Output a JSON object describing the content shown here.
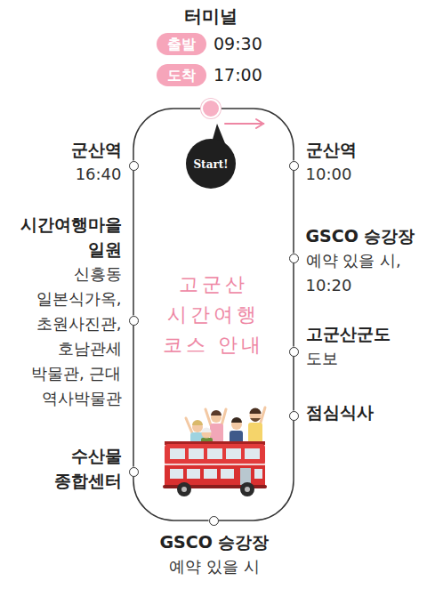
{
  "diagram": {
    "title": "고군산 시간여행 코스 안내",
    "nodes": [
      {
        "text": [
          "터미널"
        ]
      },
      {
        "text": [
          "출발"
        ]
      },
      {
        "text": [
          "도착"
        ]
      },
      {
        "text": [
          "Start!"
        ]
      },
      {
        "text": [
          "군산역",
          "10:00"
        ]
      },
      {
        "text": [
          "GSCO 승강장",
          "예약 있을 시, 10:20"
        ]
      },
      {
        "text": [
          "고군산군도",
          "도보"
        ]
      },
      {
        "text": [
          "점심식사"
        ]
      },
      {
        "text": [
          "GSCO 승강장",
          "예약 있을 시"
        ]
      },
      {
        "text": [
          "수산물 종합센터"
        ]
      },
      {
        "text": [
          "시간여행마을 일원",
          "신흥동 일본식가옥, 초원사진관, 호남관세 박물관, 근대 역사박물관"
        ]
      },
      {
        "text": [
          "군산역",
          "16:40"
        ]
      }
    ],
    "edges": [
      {
        "from": 0,
        "to": 4,
        "arrow": "none"
      },
      {
        "from": 4,
        "to": 5,
        "arrow": "none"
      },
      {
        "from": 5,
        "to": 6,
        "arrow": "none"
      },
      {
        "from": 6,
        "to": 7,
        "arrow": "none"
      },
      {
        "from": 7,
        "to": 8,
        "arrow": "none"
      },
      {
        "from": 8,
        "to": 9,
        "arrow": "none"
      },
      {
        "from": 9,
        "to": 10,
        "arrow": "none"
      },
      {
        "from": 10,
        "to": 11,
        "arrow": "none"
      },
      {
        "from": 11,
        "to": 0,
        "arrow": "none"
      }
    ],
    "labels": [
      "09:30",
      "17:00"
    ]
  }
}
